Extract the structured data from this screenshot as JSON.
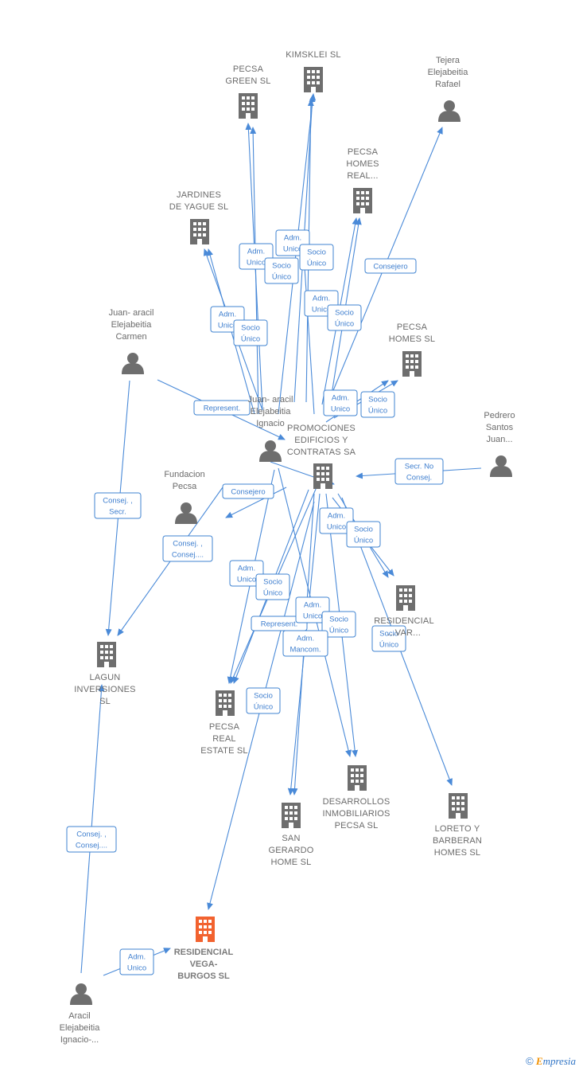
{
  "colors": {
    "edge": "#4a8ad8",
    "icon": "#6e6e6e",
    "focus": "#f2622f",
    "brand": "#2f74c5"
  },
  "nodes": [
    {
      "id": "kimsklei",
      "kind": "company",
      "lines": [
        "KIMSKLEI SL"
      ]
    },
    {
      "id": "pecsa_green",
      "kind": "company",
      "lines": [
        "PECSA",
        "GREEN  SL"
      ]
    },
    {
      "id": "tejera",
      "kind": "person",
      "lines": [
        "Tejera",
        "Elejabeitia",
        "Rafael"
      ]
    },
    {
      "id": "pecsa_homes_real",
      "kind": "company",
      "lines": [
        "PECSA",
        "HOMES",
        "REAL..."
      ]
    },
    {
      "id": "jardines",
      "kind": "company",
      "lines": [
        "JARDINES",
        "DE YAGUE  SL"
      ]
    },
    {
      "id": "juan_carmen",
      "kind": "person",
      "lines": [
        "Juan- aracil",
        "Elejabeitia",
        "Carmen"
      ]
    },
    {
      "id": "pecsa_homes",
      "kind": "company",
      "lines": [
        "PECSA",
        "HOMES  SL"
      ]
    },
    {
      "id": "juan_ignacio",
      "kind": "person",
      "lines": [
        "Juan- aracil",
        "Elejabeitia",
        "Ignacio"
      ]
    },
    {
      "id": "promociones",
      "kind": "company",
      "lines": [
        "PROMOCIONES",
        "EDIFICIOS Y",
        "CONTRATAS SA"
      ]
    },
    {
      "id": "pedrero",
      "kind": "person",
      "lines": [
        "Pedrero",
        "Santos",
        "Juan..."
      ]
    },
    {
      "id": "fundacion",
      "kind": "person",
      "lines": [
        "Fundacion",
        "Pecsa"
      ]
    },
    {
      "id": "residencial_var",
      "kind": "company",
      "lines": [
        "RESIDENCIAL",
        "...VAR..."
      ]
    },
    {
      "id": "lagun",
      "kind": "company",
      "lines": [
        "LAGUN",
        "INVERSIONES",
        "SL"
      ]
    },
    {
      "id": "pecsa_real",
      "kind": "company",
      "lines": [
        "PECSA",
        "REAL",
        "ESTATE  SL"
      ]
    },
    {
      "id": "desarrollos",
      "kind": "company",
      "lines": [
        "DESARROLLOS",
        "INMOBILIARIOS",
        "PECSA  SL"
      ]
    },
    {
      "id": "san_gerardo",
      "kind": "company",
      "lines": [
        "SAN",
        "GERARDO",
        "HOME  SL"
      ]
    },
    {
      "id": "loreto",
      "kind": "company",
      "lines": [
        "LORETO Y",
        "BARBERAN",
        "HOMES  SL"
      ]
    },
    {
      "id": "residencial_vega",
      "kind": "focus",
      "lines": [
        "RESIDENCIAL",
        "VEGA-",
        "BURGOS  SL"
      ]
    },
    {
      "id": "aracil_ignacio",
      "kind": "person",
      "lines": [
        "Aracil",
        "Elejabeitia",
        "Ignacio-..."
      ]
    }
  ],
  "edge_labels": [
    {
      "id": "e1",
      "lines": [
        "Adm.",
        "Unico"
      ]
    },
    {
      "id": "e2",
      "lines": [
        "Adm.",
        "Unico"
      ]
    },
    {
      "id": "e3",
      "lines": [
        "Socio",
        "Único"
      ]
    },
    {
      "id": "e4",
      "lines": [
        "Socio",
        "Único"
      ]
    },
    {
      "id": "e5",
      "lines": [
        "Consejero"
      ]
    },
    {
      "id": "e6",
      "lines": [
        "Adm.",
        "Unico"
      ]
    },
    {
      "id": "e7",
      "lines": [
        "Socio",
        "Único"
      ]
    },
    {
      "id": "e8",
      "lines": [
        "Adm.",
        "Unico"
      ]
    },
    {
      "id": "e9",
      "lines": [
        "Socio",
        "Único"
      ]
    },
    {
      "id": "e10",
      "lines": [
        "Represent."
      ]
    },
    {
      "id": "e11",
      "lines": [
        "Adm.",
        "Unico"
      ]
    },
    {
      "id": "e12",
      "lines": [
        "Socio",
        "Único"
      ]
    },
    {
      "id": "e13",
      "lines": [
        "Secr.  No",
        "Consej."
      ]
    },
    {
      "id": "e14",
      "lines": [
        "Consejero"
      ]
    },
    {
      "id": "e15",
      "lines": [
        "Consej. ,",
        "Secr."
      ]
    },
    {
      "id": "e16",
      "lines": [
        "Consej. ,",
        "Consej...."
      ]
    },
    {
      "id": "e17",
      "lines": [
        "Adm.",
        "Unico"
      ]
    },
    {
      "id": "e18",
      "lines": [
        "Socio",
        "Único"
      ]
    },
    {
      "id": "e19",
      "lines": [
        "Adm.",
        "Unico"
      ]
    },
    {
      "id": "e20",
      "lines": [
        "Socio",
        "Único"
      ]
    },
    {
      "id": "e21",
      "lines": [
        "Represent."
      ]
    },
    {
      "id": "e22",
      "lines": [
        "Adm.",
        "Unico"
      ]
    },
    {
      "id": "e23",
      "lines": [
        "Socio",
        "Único"
      ]
    },
    {
      "id": "e24",
      "lines": [
        "Adm.",
        "Mancom."
      ]
    },
    {
      "id": "e25",
      "lines": [
        "Socio",
        "Único"
      ]
    },
    {
      "id": "e26",
      "lines": [
        "Socio",
        "Único"
      ]
    },
    {
      "id": "e27",
      "lines": [
        "Consej. ,",
        "Consej...."
      ]
    },
    {
      "id": "e28",
      "lines": [
        "Adm.",
        "Unico"
      ]
    }
  ],
  "brand": {
    "symbol": "©",
    "first": "E",
    "rest": "mpresia"
  }
}
